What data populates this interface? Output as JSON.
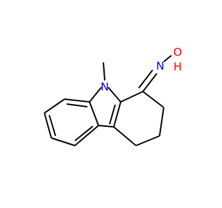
{
  "molecule": {
    "atoms": {
      "n_ring": {
        "symbol": "N",
        "color": "#0000ff"
      },
      "n_oxime": {
        "symbol": "N",
        "color": "#0000ff"
      },
      "o_oxime": {
        "symbol": "O",
        "color": "#ff0000"
      },
      "h_oxime": {
        "symbol": "H",
        "color": "#ff0000"
      }
    },
    "bond_color": "#000000",
    "background": "#ffffff"
  }
}
